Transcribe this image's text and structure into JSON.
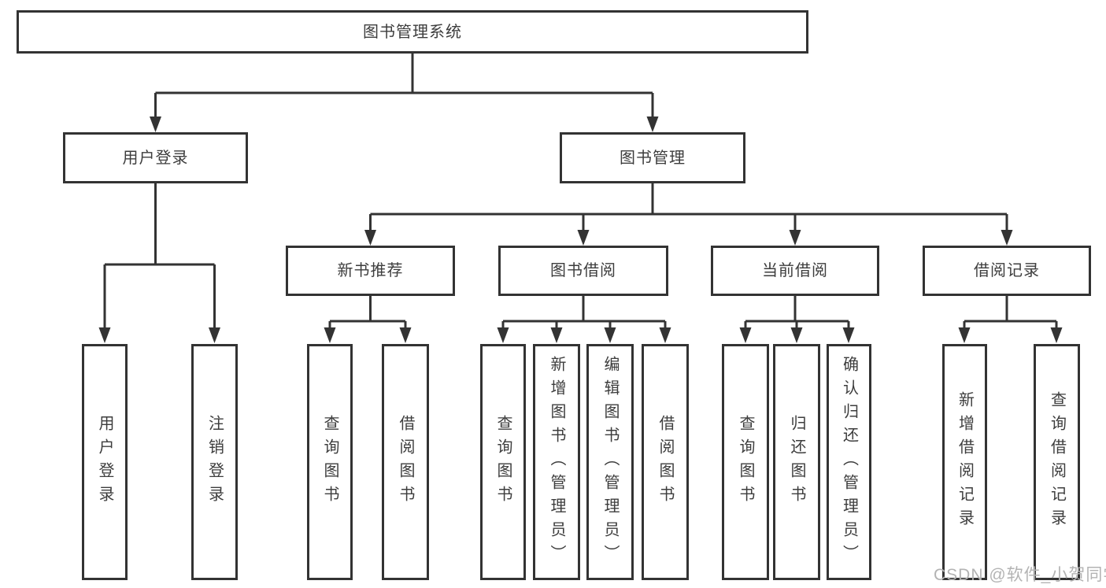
{
  "tree": {
    "label": "图书管理系统",
    "children": [
      {
        "label": "用户登录",
        "children": [
          {
            "label": "用户登录"
          },
          {
            "label": "注销登录"
          }
        ]
      },
      {
        "label": "图书管理",
        "children": [
          {
            "label": "新书推荐",
            "children": [
              {
                "label": "查询图书"
              },
              {
                "label": "借阅图书"
              }
            ]
          },
          {
            "label": "图书借阅",
            "children": [
              {
                "label": "查询图书"
              },
              {
                "label": "新增图书（管理员）"
              },
              {
                "label": "编辑图书（管理员）"
              },
              {
                "label": "借阅图书"
              }
            ]
          },
          {
            "label": "当前借阅",
            "children": [
              {
                "label": "查询图书"
              },
              {
                "label": "归还图书"
              },
              {
                "label": "确认归还（管理员）"
              }
            ]
          },
          {
            "label": "借阅记录",
            "children": [
              {
                "label": "新增借阅记录"
              },
              {
                "label": "查询借阅记录"
              }
            ]
          }
        ]
      }
    ]
  },
  "watermark": "CSDN @软件_小贺同学",
  "colors": {
    "line": "#333333",
    "text": "#3d3d3d",
    "box_fill": "#ffffff",
    "background": "#ffffff",
    "watermark": "#b3b3b3"
  }
}
